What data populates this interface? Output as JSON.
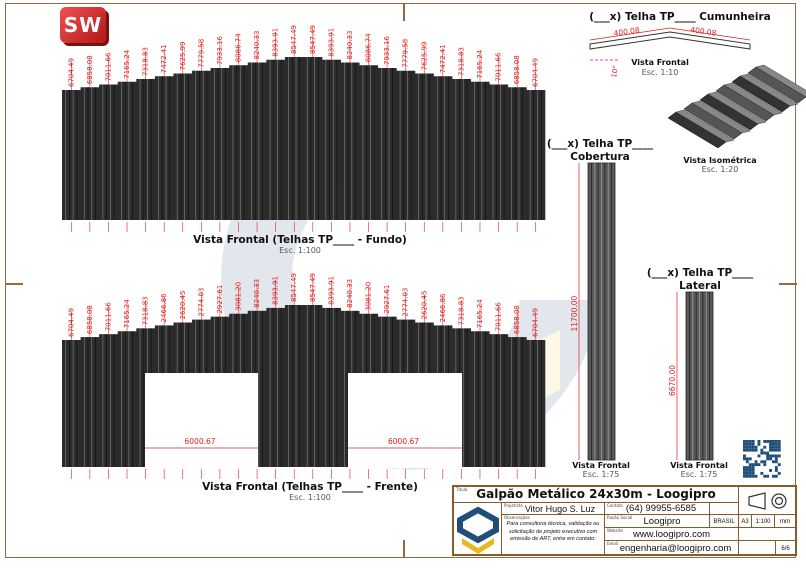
{
  "logo_badge": "SW",
  "top_view": {
    "title": "Vista Frontal (Telhas TP____ - Fundo)",
    "scale": "Esc. 1:100",
    "labels": [
      "6704.49",
      "6858.08",
      "7011.66",
      "7165.24",
      "7318.83",
      "7472.41",
      "7625.99",
      "7779.58",
      "7933.16",
      "8086.74",
      "8240.33",
      "8393.91",
      "8547.49",
      "8547.49",
      "8393.91",
      "8240.33",
      "8086.74",
      "7933.16",
      "7779.58",
      "7625.99",
      "7472.41",
      "7318.83",
      "7165.24",
      "7011.66",
      "6858.08",
      "6704.49"
    ]
  },
  "front_view": {
    "title": "Vista Frontal (Telhas TP____ - Frente)",
    "scale": "Esc. 1:100",
    "labels": [
      "6704.49",
      "6858.08",
      "7011.66",
      "7165.24",
      "7318.83",
      "2466.86",
      "2620.45",
      "2774.03",
      "2927.61",
      "3081.20",
      "8240.33",
      "8393.91",
      "8547.49",
      "8547.49",
      "8393.91",
      "8240.33",
      "3081.20",
      "2927.61",
      "2774.03",
      "2620.45",
      "2466.86",
      "7318.83",
      "7165.24",
      "7011.66",
      "6858.08",
      "6704.49"
    ],
    "door_width_left": "6000.67",
    "door_width_right": "6000.67"
  },
  "ridge": {
    "title": "(___x) Telha TP____ Cumunheira",
    "dim_left": "400.08",
    "dim_right": "400.08",
    "angle": "10°",
    "view": "Vista Frontal",
    "scale": "Esc. 1:10"
  },
  "iso": {
    "view": "Vista Isométrica",
    "scale": "Esc. 1:20"
  },
  "roof_sheet": {
    "title_line1": "(___x) Telha TP____",
    "title_line2": "Cobertura",
    "length": "11700.00",
    "view": "Vista Frontal",
    "scale": "Esc. 1:75"
  },
  "side_sheet": {
    "title_line1": "(___x) Telha TP____",
    "title_line2": "Lateral",
    "length": "6670.00",
    "view": "Vista Frontal",
    "scale": "Esc. 1:75"
  },
  "title_block": {
    "title_caption": "Título",
    "title": "Galpão Metálico 24x30m - Loogipro",
    "author_caption": "Projetista",
    "author": "Vitor Hugo S. Luz",
    "phone_caption": "Contato",
    "phone": "(64) 99955-6585",
    "notes_caption": "Observações",
    "notes": "Para consultoria técnica, validação ou solicitação de projeto executivo com emissão de ART, entre em contato:",
    "company_caption": "Razão Social",
    "company": "Loogipro",
    "country": "BRASIL",
    "sheet_size": "A3",
    "scale": "1:100",
    "unit": "mm",
    "website_caption": "Website",
    "website": "www.loogipro.com",
    "email_caption": "Email",
    "email": "engenharia@loogipro.com",
    "sheet": "6/6"
  },
  "colors": {
    "frame": "#9a6a3a",
    "dimension": "#e02020",
    "sheet": "#2b2b2b",
    "logo_blue": "#1f4e79",
    "logo_yellow": "#e8b820"
  }
}
